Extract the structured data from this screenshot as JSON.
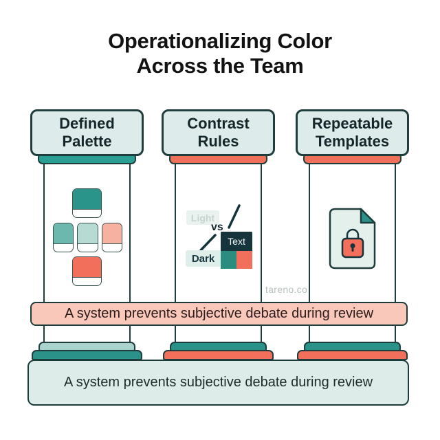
{
  "title": {
    "line1": "Operationalizing Color",
    "line2": "Across the Team"
  },
  "watermark": "tareno.co",
  "columns": [
    {
      "header": "Defined Palette",
      "capital_color": "#2b9e94",
      "pedestal_cap_color": "#a9d3cc",
      "pedestal_base_color": "#2a9289"
    },
    {
      "header": "Contrast Rules",
      "capital_color": "#ee7058",
      "pedestal_cap_color": "#2a9289",
      "pedestal_base_color": "#f2705b"
    },
    {
      "header": "Repeatable Templates",
      "capital_color": "#ee7058",
      "pedestal_cap_color": "#2a9289",
      "pedestal_base_color": "#f2705b"
    }
  ],
  "palette_swatches": {
    "top": "#2a948b",
    "mid_left": "#6cb8ae",
    "mid_center": "#b7dad3",
    "mid_right": "#f7b1a1",
    "bottom": "#f2705b"
  },
  "contrast": {
    "light_label": "Light",
    "vs_label": "vs",
    "text_label": "Text",
    "dark_label": "Dark",
    "sample_left_color": "#2a8d80",
    "sample_right_color": "#f2705b"
  },
  "templates_icon": "locked-document",
  "banners": {
    "middle": "A system prevents subjective debate during review",
    "bottom": "A system prevents subjective debate during review"
  },
  "theme": {
    "background": "#ffffff",
    "outline": "#1e3d3c",
    "header_fill": "#ddecea",
    "middle_banner_fill": "#f9c8ba",
    "bottom_banner_fill": "#ddece8",
    "title_color": "#121212"
  }
}
